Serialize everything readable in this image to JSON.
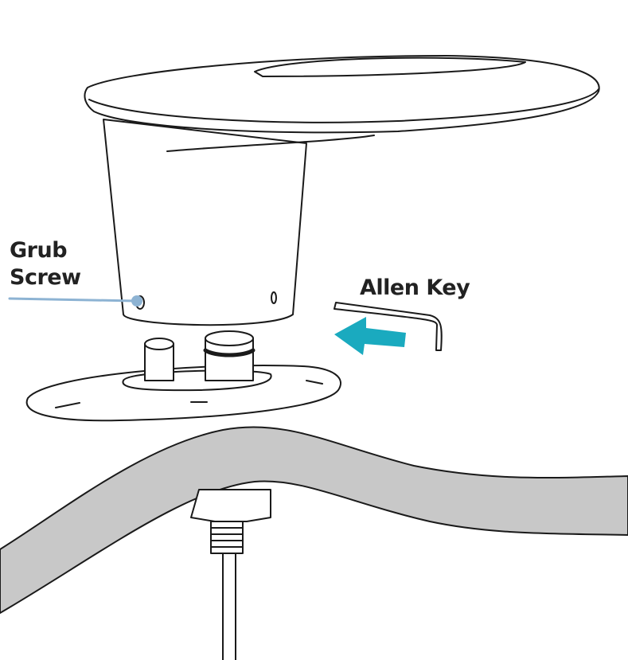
{
  "labels": {
    "grub_line1": "Grub",
    "grub_line2": "Screw",
    "allen_key": "Allen Key"
  },
  "colors": {
    "pointer": "#8db3d3",
    "arrow": "#1aaabf",
    "worktop": "#c8c8c8",
    "line": "#1a1a1a"
  }
}
